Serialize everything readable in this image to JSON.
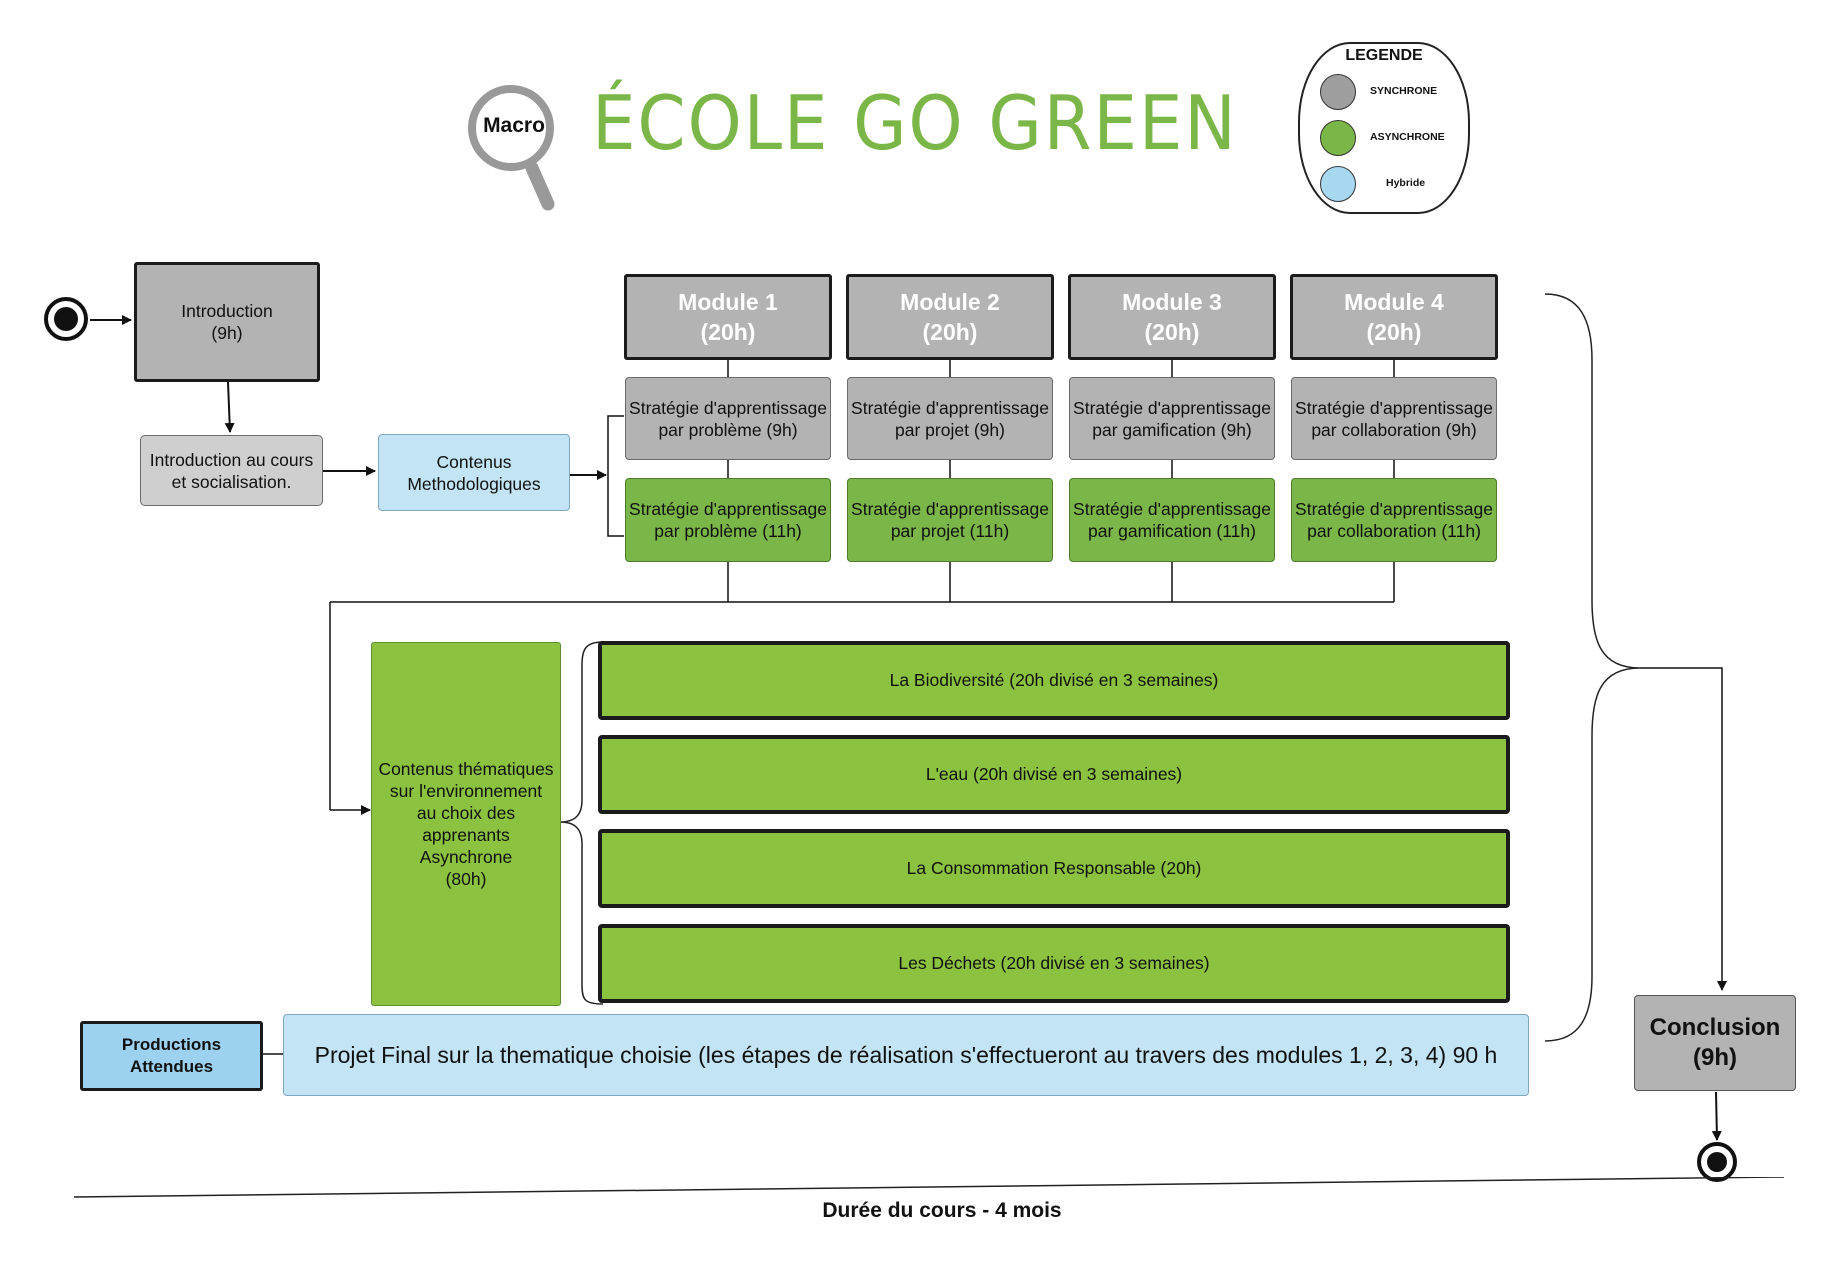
{
  "header": {
    "macro_label": "Macro",
    "title": "ÉCOLE GO GREEN",
    "title_color": "#7ab648"
  },
  "legend": {
    "title": "LEGENDE",
    "items": [
      {
        "label": "SYNCHRONE",
        "color": "#9e9e9e"
      },
      {
        "label": "ASYNCHRONE",
        "color": "#7ab648"
      },
      {
        "label": "Hybride",
        "color": "#a8d8f0"
      }
    ]
  },
  "flow": {
    "introduction": "Introduction\n(9h)",
    "intro_socialisation": "Introduction au cours et socialisation.",
    "contenus_methodologiques": "Contenus Methodologiques"
  },
  "modules": [
    {
      "title": "Module 1\n(20h)",
      "sync": "Stratégie d'apprentissage par problème (9h)",
      "async": "Stratégie d'apprentissage par problème (11h)"
    },
    {
      "title": "Module 2\n(20h)",
      "sync": "Stratégie d'apprentissage par projet (9h)",
      "async": "Stratégie d'apprentissage par projet (11h)"
    },
    {
      "title": "Module 3\n(20h)",
      "sync": "Stratégie d'apprentissage par gamification (9h)",
      "async": "Stratégie d'apprentissage par gamification (11h)"
    },
    {
      "title": "Module 4\n(20h)",
      "sync": "Stratégie d'apprentissage par collaboration (9h)",
      "async": "Stratégie d'apprentissage par collaboration (11h)"
    }
  ],
  "thematic": {
    "main": "Contenus thématiques sur l'environnement au choix des apprenants Asynchrone\n(80h)",
    "themes": [
      "La Biodiversité  (20h divisé en 3 semaines)",
      "L'eau (20h divisé en 3 semaines)",
      "La Consommation Responsable (20h)",
      "Les Déchets (20h divisé en 3 semaines)"
    ]
  },
  "productions": {
    "label": "Productions Attendues",
    "project": "Projet Final sur la thematique choisie (les étapes de réalisation s'effectueront au travers des modules 1, 2, 3, 4) 90 h"
  },
  "conclusion": "Conclusion\n(9h)",
  "duration": {
    "label": "Durée du cours - 4 mois",
    "color": "#f08c21"
  }
}
